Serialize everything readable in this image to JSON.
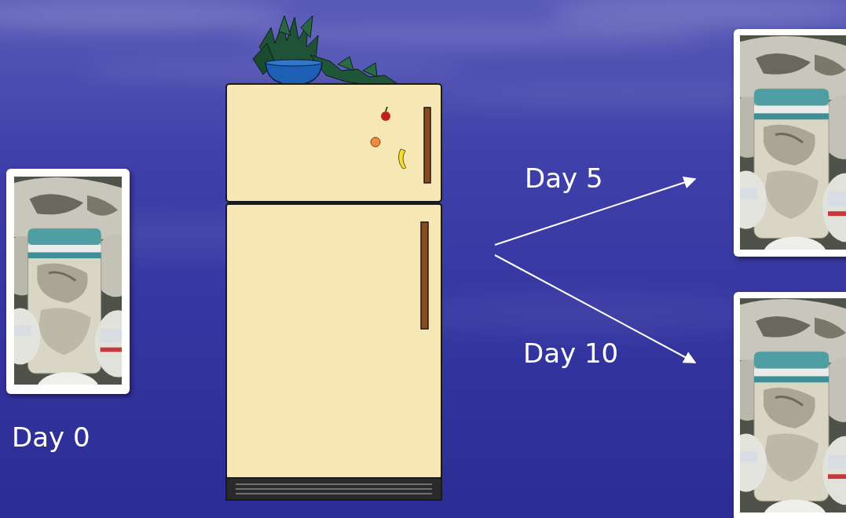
{
  "diagram": {
    "labels": [
      "Day 0",
      "Day 5",
      "Day 10"
    ]
  }
}
